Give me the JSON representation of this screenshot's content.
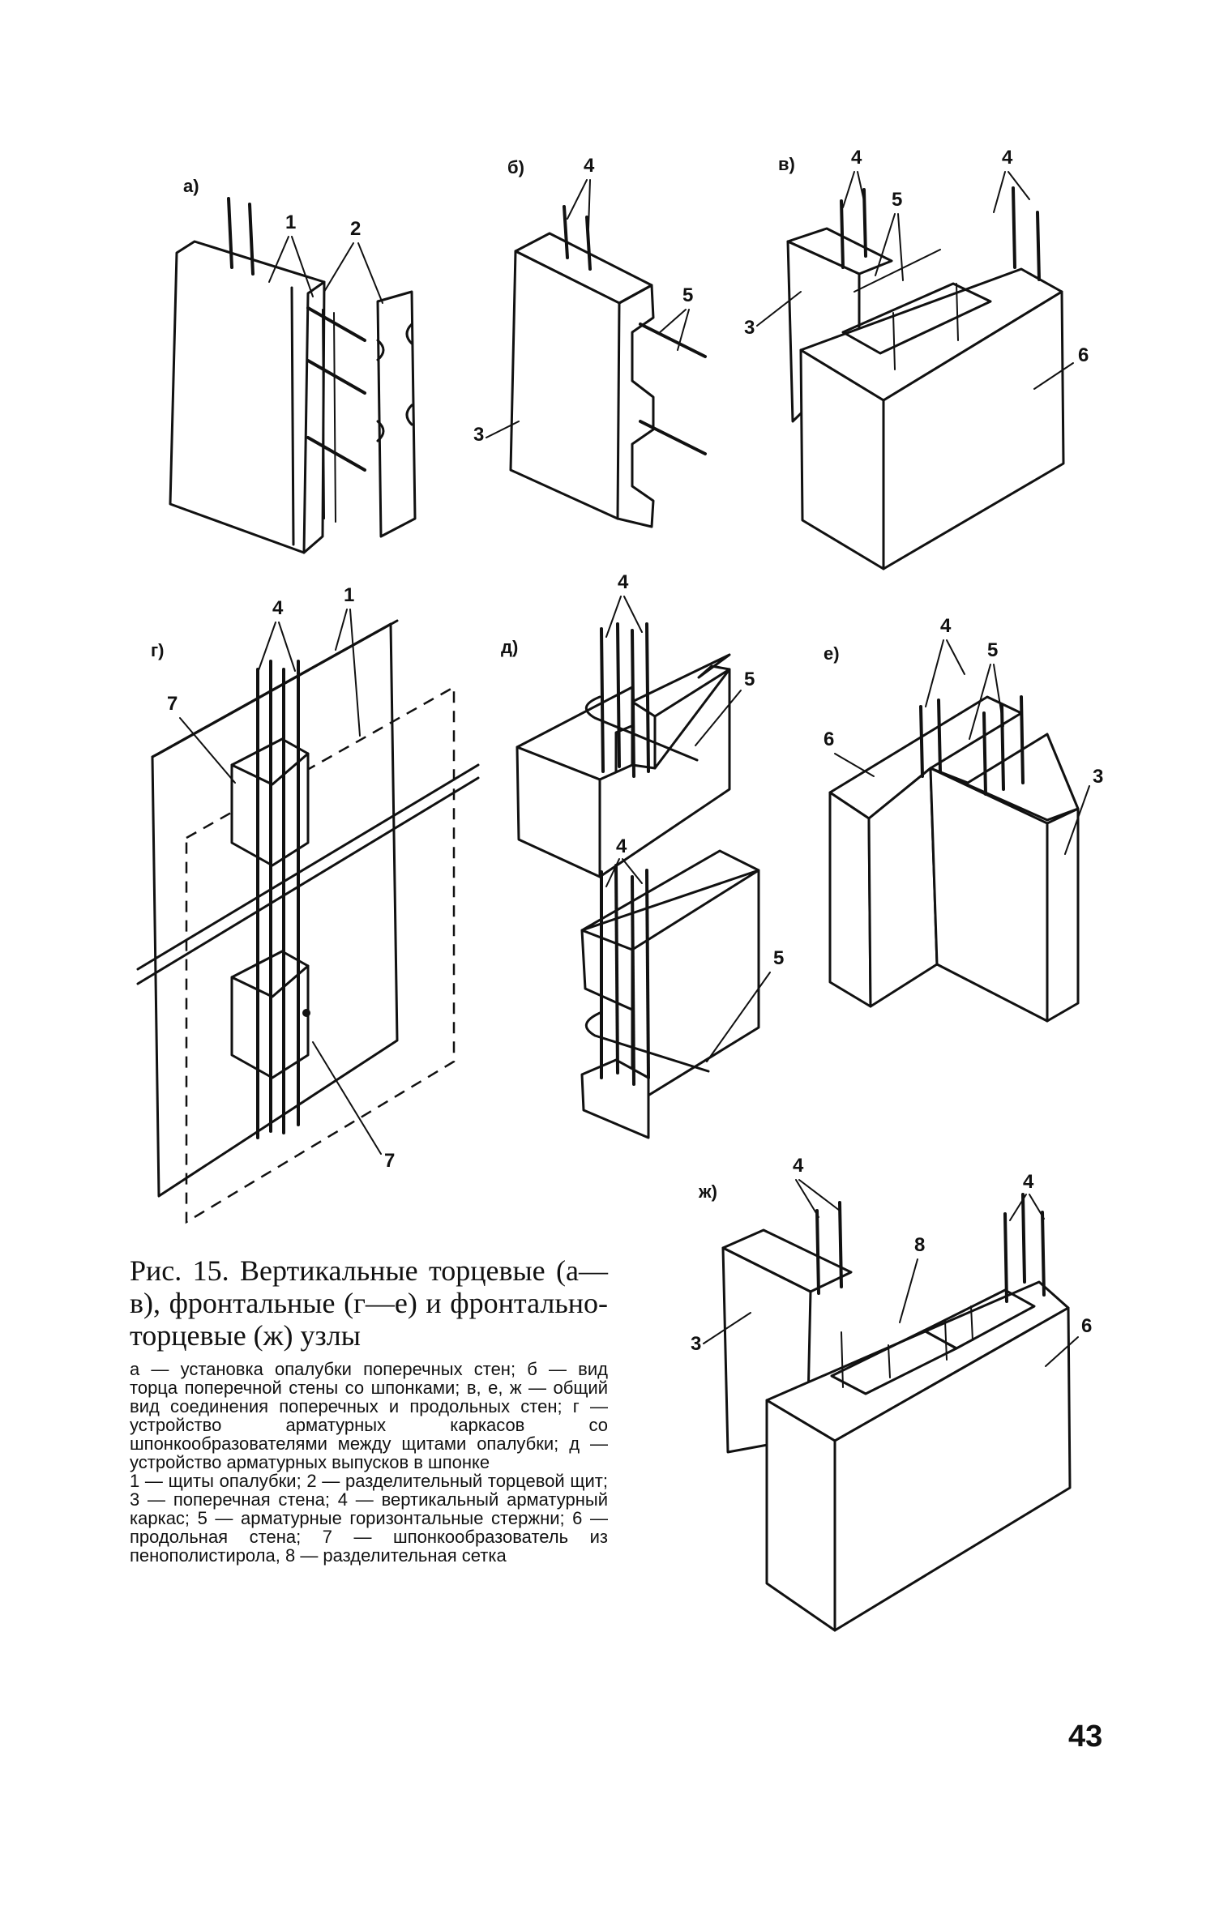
{
  "figure": {
    "panels": [
      {
        "letter": "а)",
        "callouts": [
          "1",
          "2"
        ]
      },
      {
        "letter": "б)",
        "callouts": [
          "4",
          "5",
          "3"
        ]
      },
      {
        "letter": "в)",
        "callouts": [
          "4",
          "4",
          "5",
          "3",
          "6"
        ]
      },
      {
        "letter": "г)",
        "callouts": [
          "4",
          "1",
          "7",
          "7"
        ]
      },
      {
        "letter": "д)",
        "callouts": [
          "4",
          "5",
          "4",
          "5"
        ]
      },
      {
        "letter": "е)",
        "callouts": [
          "4",
          "5",
          "6",
          "3"
        ]
      },
      {
        "letter": "ж)",
        "callouts": [
          "4",
          "4",
          "8",
          "3",
          "6"
        ]
      }
    ]
  },
  "caption": {
    "title": "Рис. 15. Вертикальные торцевые (а—в), фронтальные (г—е) и фронтально-торцевые (ж) узлы",
    "legend_parts": "а — установка опалубки поперечных стен; б — вид торца поперечной стены со шпонками; в, е, ж — общий вид соединения поперечных и продольных стен; г — устройство арматурных каркасов со шпонкообразователями между щитами опалубки; д — устройство арматурных выпусков в шпонке",
    "legend_items": "1 — щиты опалубки; 2 — разделительный торцевой щит; 3 — поперечная стена; 4 — вертикальный арматурный каркас; 5 — арматурные горизонтальные стержни; 6 — продольная стена; 7 — шпонкообразователь из пенополистирола, 8 — разделительная сетка"
  },
  "page_number": "43"
}
